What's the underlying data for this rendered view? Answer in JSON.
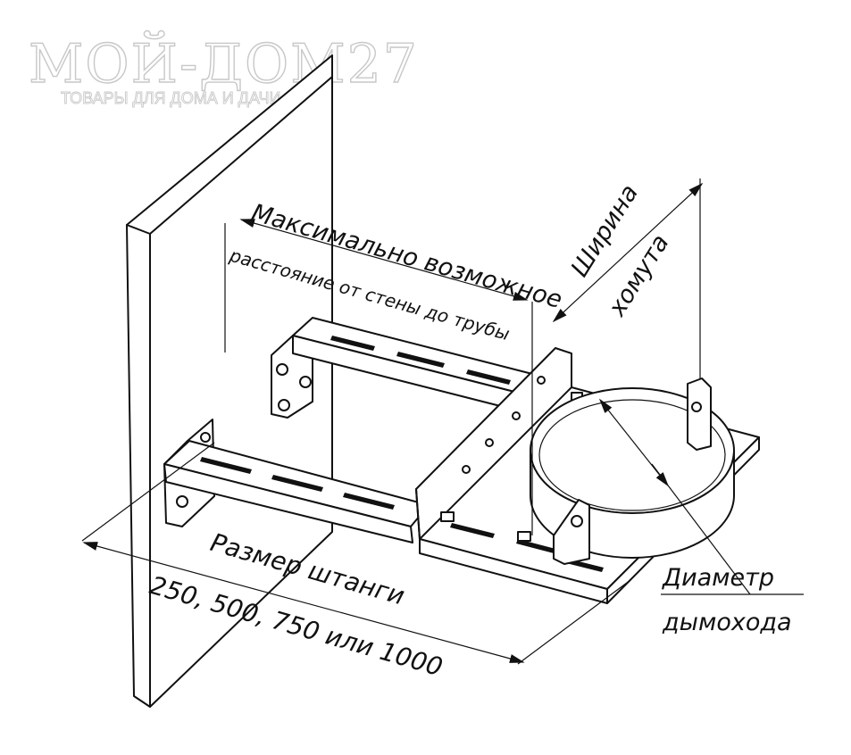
{
  "watermark": {
    "title": "МОЙ-ДОМ27",
    "subtitle": "ТОВАРЫ ДЛЯ ДОМА И ДАЧИ"
  },
  "labels": {
    "max_distance_line1": "Максимально возможное",
    "max_distance_line2": "расстояние от стены до трубы",
    "clamp_width_line1": "Ширина",
    "clamp_width_line2": "хомута",
    "diameter_line1": "Диаметр",
    "diameter_line2": "дымохода",
    "rod_size_line1": "Размер штанги",
    "rod_size_line2": "250, 500, 750 или 1000"
  }
}
